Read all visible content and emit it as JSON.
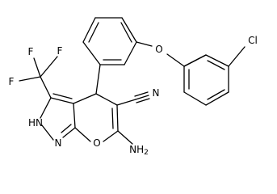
{
  "molecule": {
    "atoms": {
      "F1": "F",
      "F2": "F",
      "F3": "F",
      "Cl": "Cl",
      "O_ether": "O",
      "O_ring": "O",
      "NH": "HN",
      "N_ring": "N",
      "N_nitrile": "N",
      "NH2": "NH",
      "NH2_sub": "2"
    }
  }
}
